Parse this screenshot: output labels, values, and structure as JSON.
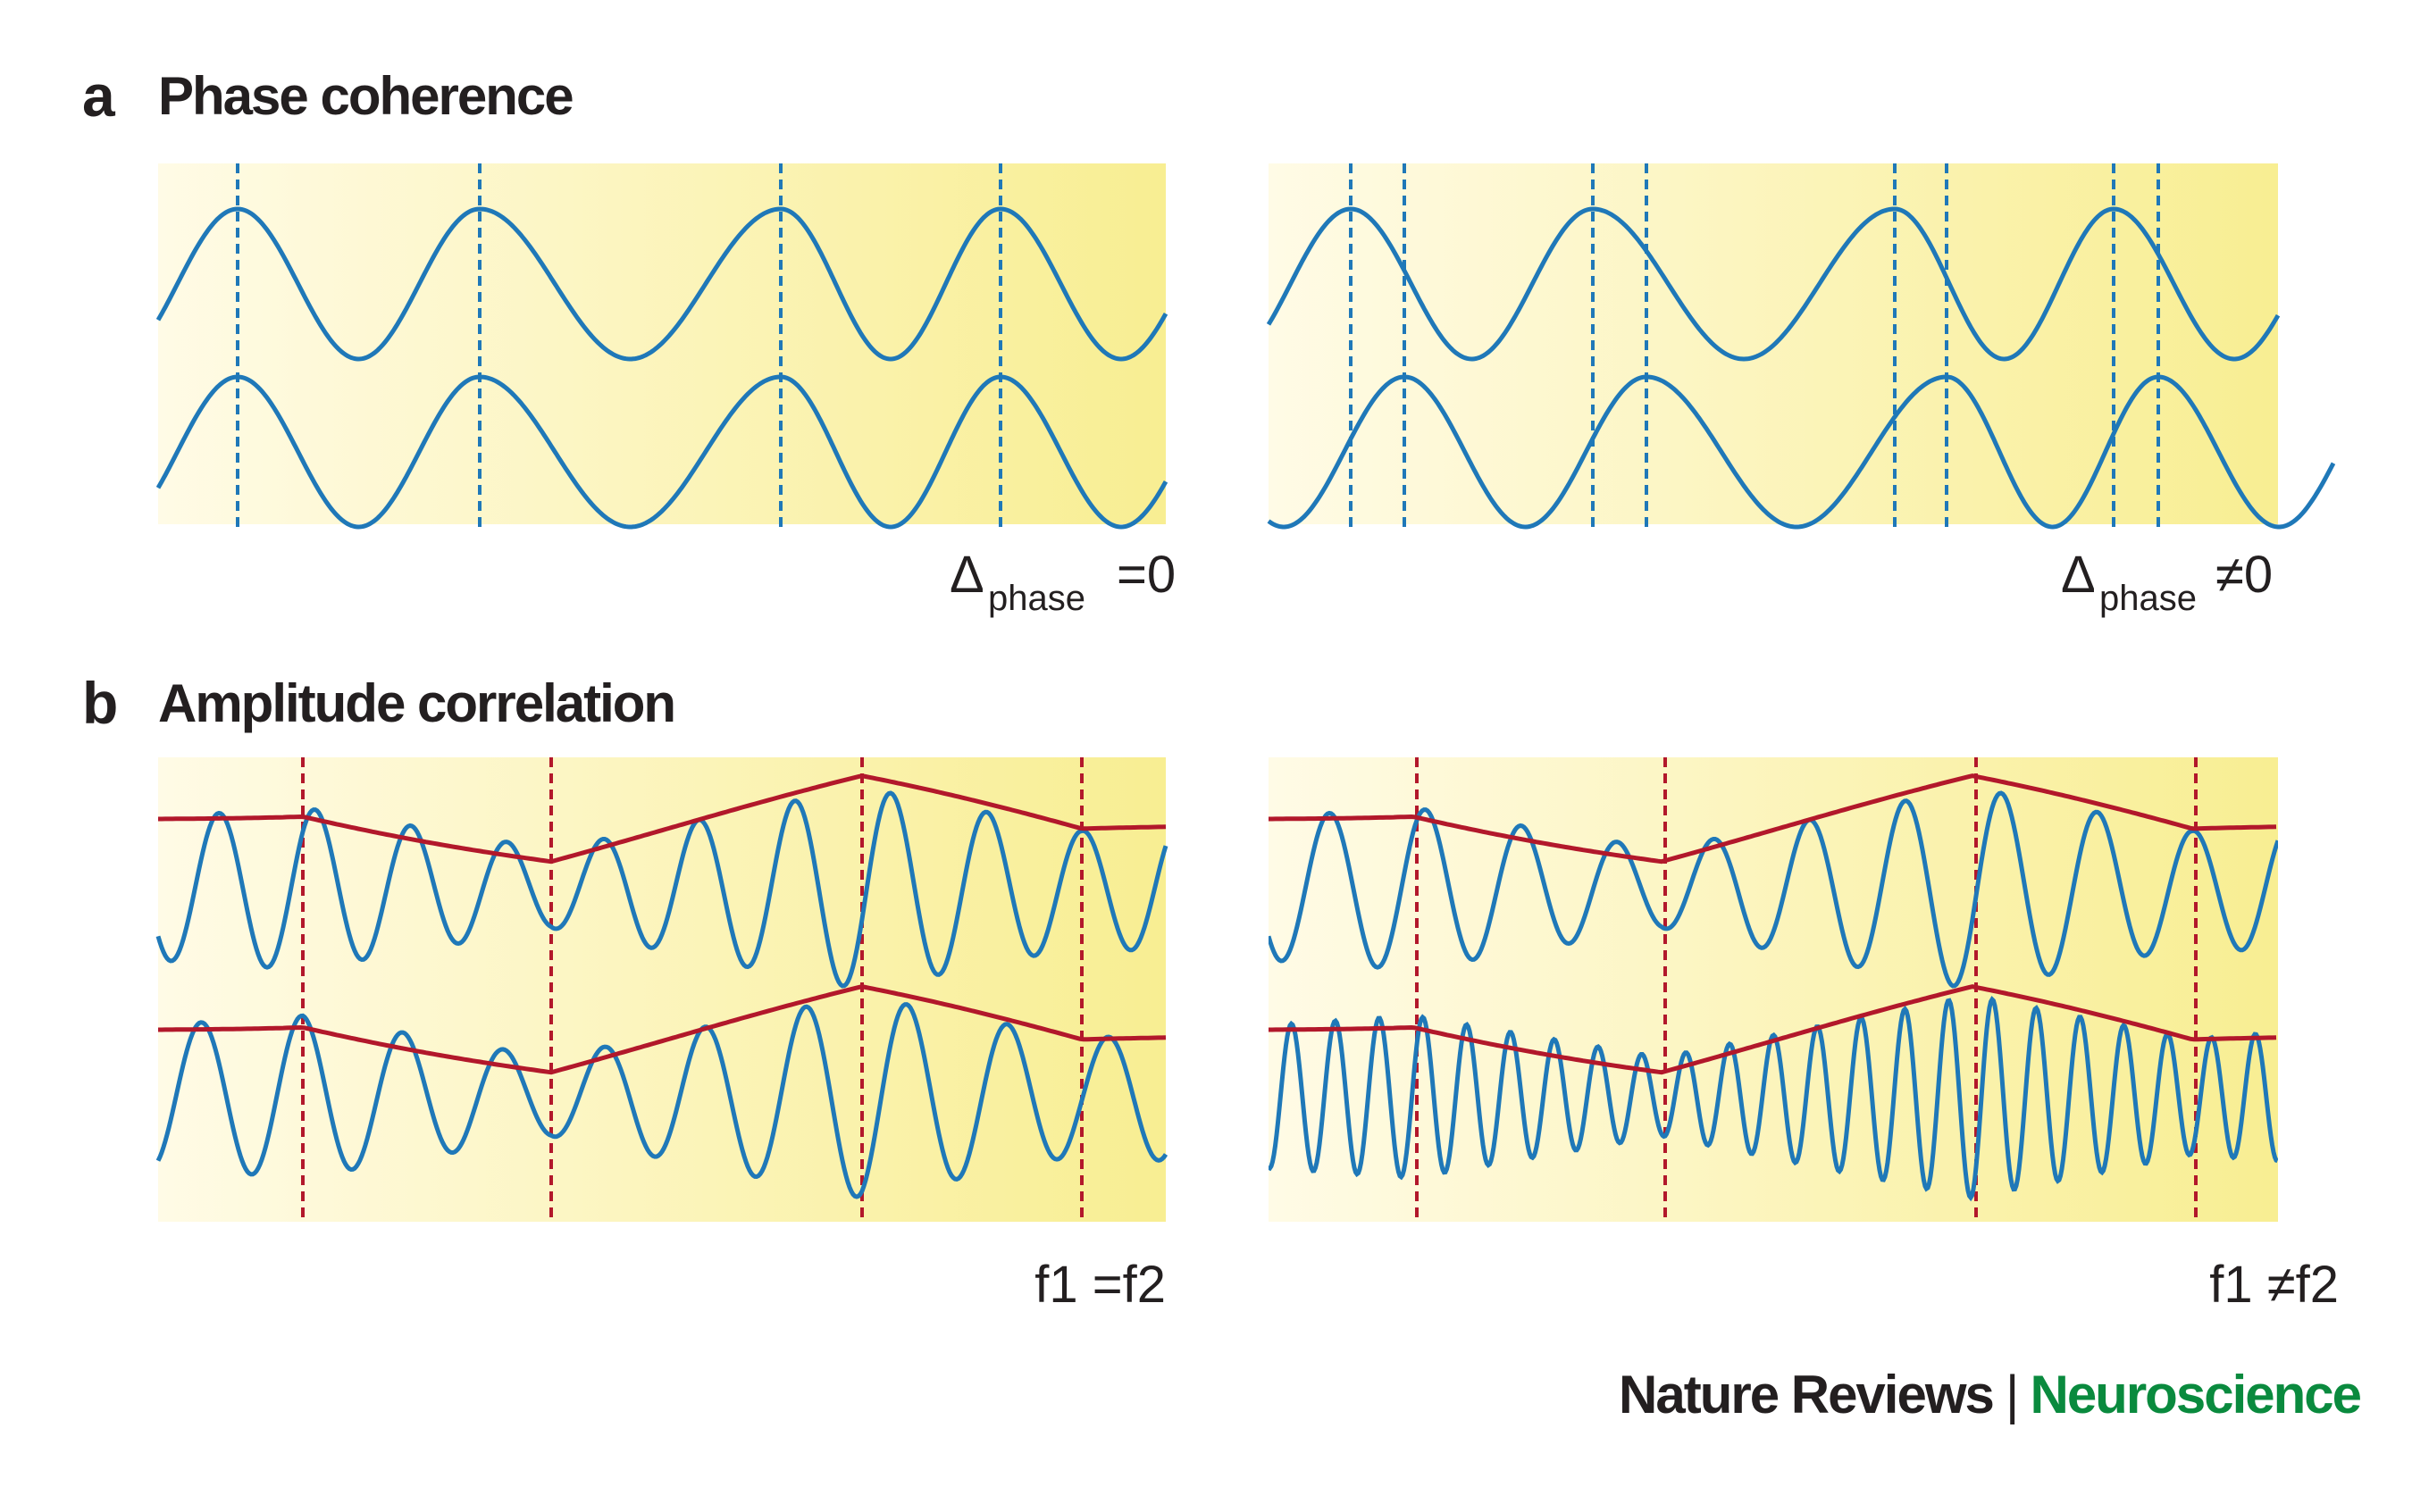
{
  "section_a": {
    "letter": "a",
    "title": "Phase coherence"
  },
  "section_b": {
    "letter": "b",
    "title": "Amplitude correlation"
  },
  "panels": {
    "a_left": {
      "delta": "Δ",
      "sub": "phase",
      "rel": "=0"
    },
    "a_right": {
      "delta": "Δ",
      "sub": "phase",
      "rel": "≠0"
    },
    "b_left": {
      "label": "f1 =f2"
    },
    "b_right": {
      "label": "f1 ≠f2"
    }
  },
  "footer": {
    "journal": "Nature Reviews",
    "separator": "|",
    "subject": "Neuroscience"
  },
  "colors": {
    "wave": "#1f78b8",
    "envelope": "#b2182b",
    "panel_light": "#fffbe6",
    "panel_dark": "#f8ee92",
    "subject": "#0a8a3e",
    "text": "#231f20"
  }
}
